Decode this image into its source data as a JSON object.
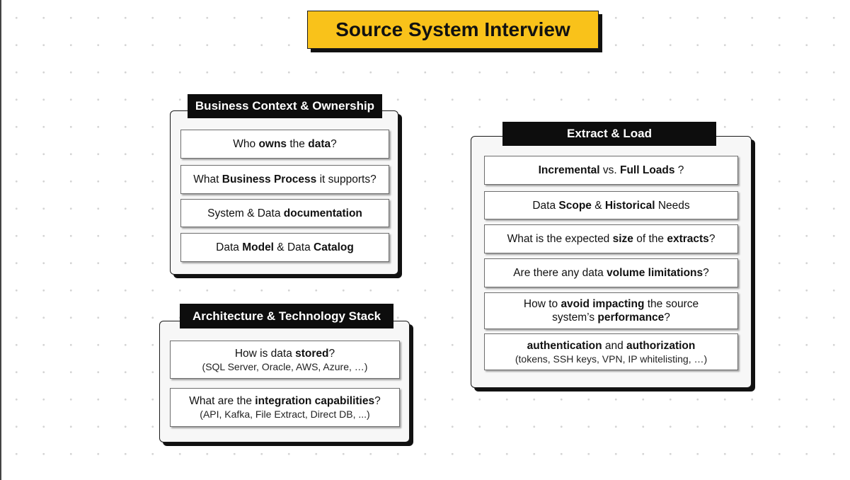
{
  "title": "Source System Interview",
  "sections": {
    "business": {
      "heading": "Business Context & Ownership",
      "items": [
        {
          "lines": [
            [
              {
                "t": "Who "
              },
              {
                "t": "owns",
                "b": true
              },
              {
                "t": " the "
              },
              {
                "t": "data",
                "b": true
              },
              {
                "t": "?"
              }
            ]
          ]
        },
        {
          "lines": [
            [
              {
                "t": "What "
              },
              {
                "t": "Business Process",
                "b": true
              },
              {
                "t": " it supports?"
              }
            ]
          ]
        },
        {
          "lines": [
            [
              {
                "t": "System & Data "
              },
              {
                "t": "documentation",
                "b": true
              }
            ]
          ]
        },
        {
          "lines": [
            [
              {
                "t": "Data "
              },
              {
                "t": "Model",
                "b": true
              },
              {
                "t": " & Data "
              },
              {
                "t": "Catalog",
                "b": true
              }
            ]
          ]
        }
      ]
    },
    "architecture": {
      "heading": "Architecture & Technology Stack",
      "items": [
        {
          "lines": [
            [
              {
                "t": "How is data "
              },
              {
                "t": "stored",
                "b": true
              },
              {
                "t": "?"
              }
            ]
          ],
          "sub": "(SQL Server, Oracle, AWS, Azure, …)"
        },
        {
          "lines": [
            [
              {
                "t": "What are the "
              },
              {
                "t": "integration capabilities",
                "b": true
              },
              {
                "t": "?"
              }
            ]
          ],
          "sub": "(API, Kafka, File Extract, Direct DB, ...)"
        }
      ]
    },
    "extract": {
      "heading": "Extract & Load",
      "items": [
        {
          "lines": [
            [
              {
                "t": "Incremental",
                "b": true
              },
              {
                "t": " vs. "
              },
              {
                "t": "Full Loads",
                "b": true
              },
              {
                "t": " ?"
              }
            ]
          ]
        },
        {
          "lines": [
            [
              {
                "t": "Data "
              },
              {
                "t": "Scope",
                "b": true
              },
              {
                "t": " & "
              },
              {
                "t": "Historical",
                "b": true
              },
              {
                "t": " Needs"
              }
            ]
          ]
        },
        {
          "lines": [
            [
              {
                "t": "What is the expected "
              },
              {
                "t": "size",
                "b": true
              },
              {
                "t": " of the "
              },
              {
                "t": "extracts",
                "b": true
              },
              {
                "t": "?"
              }
            ]
          ]
        },
        {
          "lines": [
            [
              {
                "t": "Are there any data "
              },
              {
                "t": "volume limitations",
                "b": true
              },
              {
                "t": "?"
              }
            ]
          ]
        },
        {
          "lines": [
            [
              {
                "t": "How to "
              },
              {
                "t": "avoid impacting",
                "b": true
              },
              {
                "t": " the source"
              }
            ],
            [
              {
                "t": "system’s "
              },
              {
                "t": "performance",
                "b": true
              },
              {
                "t": "?"
              }
            ]
          ]
        },
        {
          "lines": [
            [
              {
                "t": "authentication",
                "b": true
              },
              {
                "t": " and "
              },
              {
                "t": "authorization",
                "b": true
              }
            ]
          ],
          "sub": "(tokens, SSH keys, VPN, IP whitelisting, …)"
        }
      ]
    }
  }
}
